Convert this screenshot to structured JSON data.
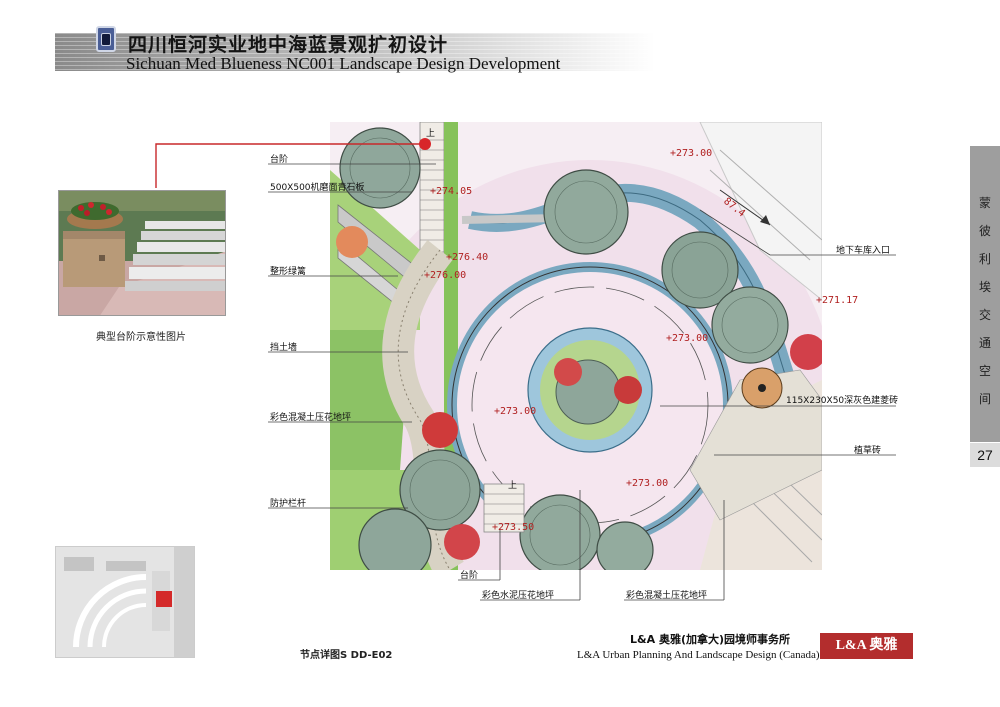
{
  "header": {
    "title_cn": "四川恒河实业地中海蓝景观扩初设计",
    "title_en": "Sichuan Med Blueness NC001 Landscape Design Development"
  },
  "side_tab": {
    "chars": [
      "蒙",
      "彼",
      "利",
      "埃",
      "交",
      "通",
      "空",
      "间"
    ],
    "page_number": "27"
  },
  "photo": {
    "caption": "典型台阶示意性图片"
  },
  "callouts_left": [
    "台阶",
    "500X500机磨面青石板",
    "整形绿篱",
    "挡土墙",
    "彩色混凝土压花地坪",
    "防护栏杆"
  ],
  "callouts_right": [
    "地下车库入口",
    "115X230X50深灰色建菱砖",
    "植草砖"
  ],
  "callouts_bottom": [
    "台阶",
    "彩色水泥压花地坪",
    "彩色混凝土压花地坪"
  ],
  "elevations": [
    "+273.00",
    "+274.05",
    "+276.40",
    "+276.00",
    "+271.17",
    "+273.00",
    "+273.00",
    "+273.00",
    "+273.50"
  ],
  "slope_label": "87.4",
  "up_marker": "上",
  "footer": {
    "detail_id": "节点详图S DD-E02",
    "firm_cn": "L&A 奥雅(加拿大)园境师事务所",
    "firm_en": "L&A Urban Planning And Landscape Design (Canada) Ltd.",
    "logo_text": "L&A 奥雅"
  },
  "colors": {
    "paving_pink": "#ecd8e4",
    "grass_green": "#9fcf72",
    "tree_gray_green": "#8ea69a",
    "water_blue": "#8fb8cf",
    "accent_red": "#c8282a",
    "side_tab": "#9e9e9e"
  }
}
